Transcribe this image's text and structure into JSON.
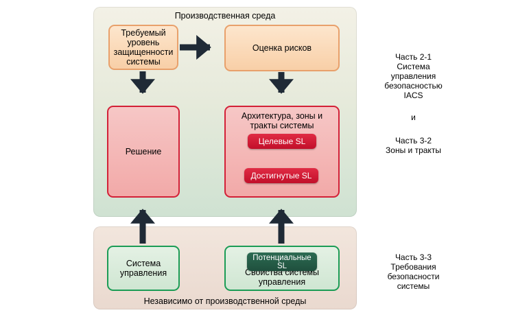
{
  "production_environment": {
    "title": "Производственная среда"
  },
  "independent_environment": {
    "title": "Независимо от производственной среды"
  },
  "boxes": {
    "required_sl": {
      "lines": [
        "Требуемый",
        "уровень",
        "защищенности",
        "системы"
      ]
    },
    "risk_assessment": {
      "label": "Оценка рисков"
    },
    "solution": {
      "label": "Решение"
    },
    "architecture": {
      "lines": [
        "Архитектура, зоны и",
        "тракты системы"
      ],
      "target_sl": "Целевые SL",
      "achieved_sl": "Достигнутые SL"
    },
    "control_system": {
      "lines": [
        "Система",
        "управления"
      ]
    },
    "capabilities": {
      "pill_lines": [
        "Потенциальные",
        "SL"
      ],
      "lines": [
        "Свойства системы",
        "управления"
      ]
    }
  },
  "side_labels": {
    "part_2_1": [
      "Часть 2-1",
      "Система",
      "управления",
      "безопасностью",
      "IACS"
    ],
    "and": "и",
    "part_3_2": [
      "Часть 3-2",
      "Зоны и тракты"
    ],
    "part_3_3": [
      "Часть 3-3",
      "Требования",
      "безопасности",
      "системы"
    ]
  },
  "colors": {
    "arrow": "#1f2a36",
    "orange_border": "#e8a06b",
    "red_border": "#d32037",
    "green_border": "#1b9c55"
  }
}
